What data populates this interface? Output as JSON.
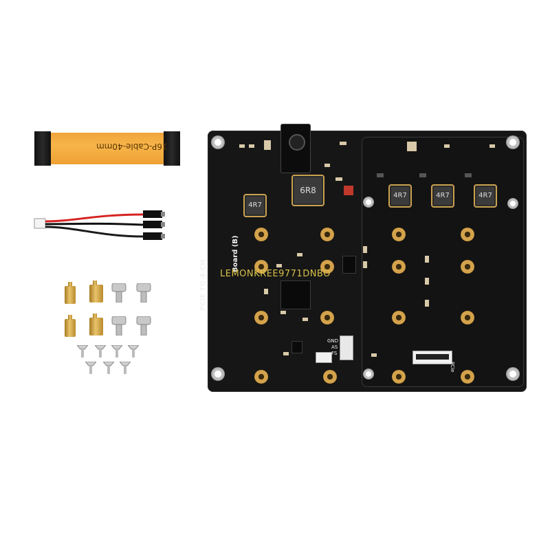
{
  "ribbon_cable": {
    "label": "16P-Cable-40mm"
  },
  "board": {
    "silkscreen_title": "PCIE TO 4-CH",
    "silkscreen_subtitle": "Board (B)",
    "fan_pins": {
      "gnd": "GND",
      "as": "AS",
      "fs": "FS"
    },
    "connector_label": "PCIe",
    "inductor_main": "6R8",
    "inductor_small": "4R7"
  },
  "watermark": "LEMONKREE9771DNBO"
}
